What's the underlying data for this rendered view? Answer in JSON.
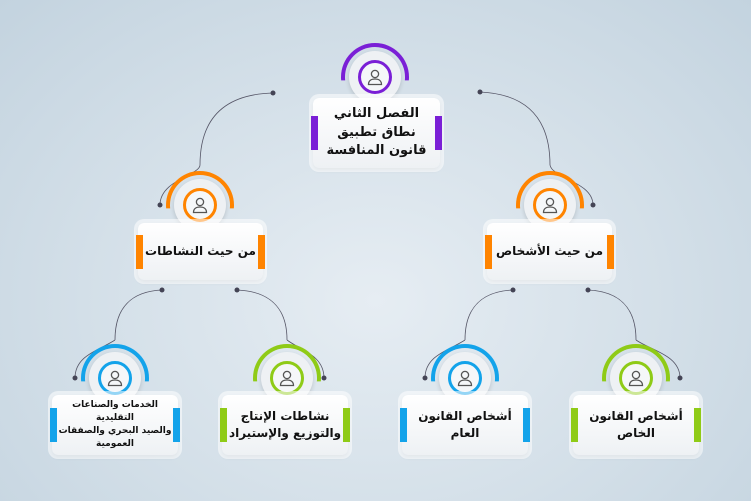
{
  "colors": {
    "purple": "#7a1fd6",
    "orange": "#ff8400",
    "blue": "#13a3ea",
    "green": "#8fcb17"
  },
  "root": {
    "lines": [
      "الفصل الثاني",
      "نطاق تطبيق",
      "قانون المنافسة"
    ]
  },
  "mid_left": {
    "label": "من حيث النشاطات"
  },
  "mid_right": {
    "label": "من حيث الأشخاص"
  },
  "leaf1": {
    "lines": [
      "الخدمات والصناعات التقليدية",
      "والصيد البحري والصفقات العمومية"
    ]
  },
  "leaf2": {
    "lines": [
      "نشاطات الإنتاج",
      "والتوزيع والإستيراد"
    ]
  },
  "leaf3": {
    "label": "أشخاص القانون العام"
  },
  "leaf4": {
    "label": "أشخاص القانون الخاص"
  }
}
